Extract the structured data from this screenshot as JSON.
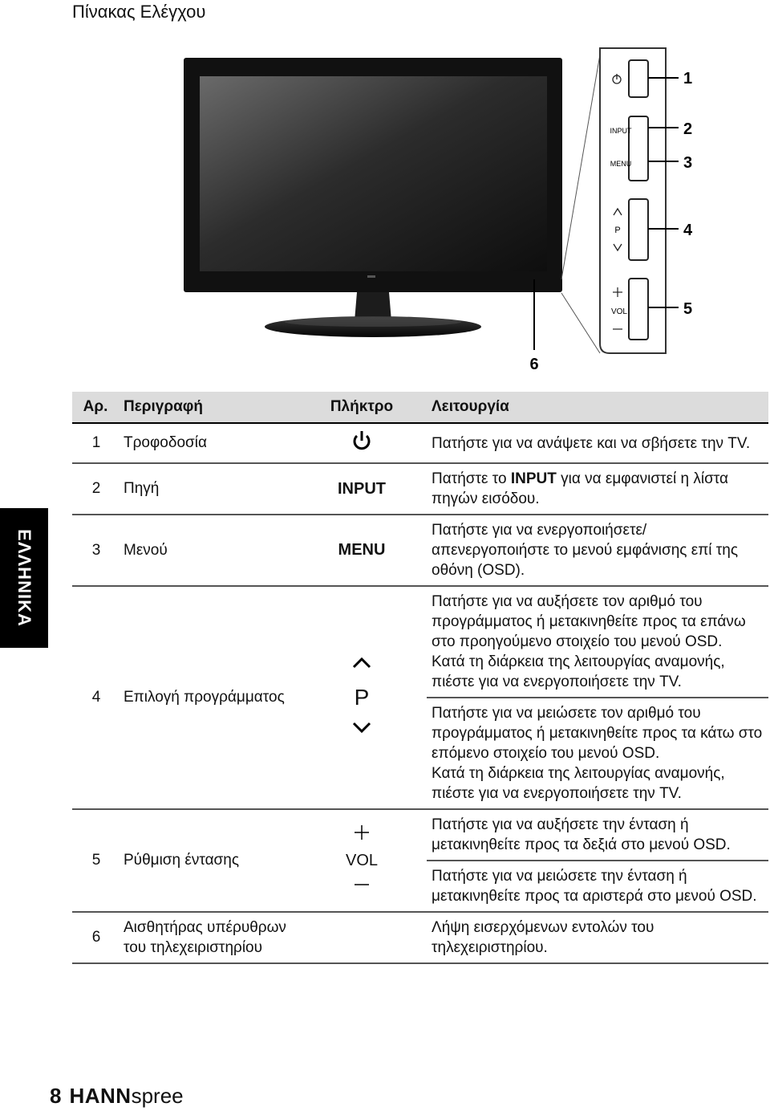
{
  "page_title": "Πίνακας Ελέγχου",
  "side_tab": "ΕΛΛΗΝΙΚΑ",
  "figure": {
    "callouts": [
      "1",
      "2",
      "3",
      "4",
      "5",
      "6"
    ],
    "panel_labels": {
      "input": "INPUT",
      "menu": "MENU",
      "p": "P",
      "vol": "VOL"
    }
  },
  "table": {
    "headers": {
      "num": "Αρ.",
      "desc": "Περιγραφή",
      "key": "Πλήκτρο",
      "func": "Λειτουργία"
    },
    "rows": [
      {
        "num": "1",
        "desc": "Τροφοδοσία",
        "key": "",
        "key_icon": "power-icon",
        "func": "Πατήστε για να ανάψετε και να σβήσετε την TV."
      },
      {
        "num": "2",
        "desc": "Πηγή",
        "key": "INPUT",
        "func_pre": "Πατήστε το ",
        "func_bold": "INPUT",
        "func_post": " για να εμφανιστεί η λίστα πηγών εισόδου."
      },
      {
        "num": "3",
        "desc": "Μενού",
        "key": "MENU",
        "func": "Πατήστε για να ενεργοποιήσετε/απενεργοποιήστε το μενού εμφάνισης επί της οθόνη (OSD)."
      },
      {
        "num": "4",
        "desc": "Επιλογή προγράμματος",
        "key": "P",
        "func_up": "Πατήστε για να αυξήσετε τον αριθμό του προγράμματος ή μετακινηθείτε προς τα επάνω στο προηγούμενο στοιχείο του μενού OSD.",
        "func_up_2": "Κατά τη διάρκεια της λειτουργίας αναμονής, πιέστε για να ενεργοποιήσετε την TV.",
        "func_down": "Πατήστε για να μειώσετε τον αριθμό του προγράμματος ή μετακινηθείτε προς τα κάτω στο επόμενο στοιχείο του μενού OSD.",
        "func_down_2": "Κατά τη διάρκεια της λειτουργίας αναμονής, πιέστε για να ενεργοποιήσετε την TV."
      },
      {
        "num": "5",
        "desc": "Ρύθμιση έντασης",
        "key": "VOL",
        "func_plus": "Πατήστε για να αυξήσετε την ένταση ή μετακινηθείτε προς τα δεξιά στο μενού OSD.",
        "func_minus": "Πατήστε για να μειώσετε την ένταση ή μετακινηθείτε προς τα αριστερά στο μενού OSD."
      },
      {
        "num": "6",
        "desc": "Αισθητήρας υπέρυθρων του τηλεχειριστηρίου",
        "key": "",
        "func": "Λήψη εισερχόμενων εντολών του τηλεχειριστηρίου."
      }
    ]
  },
  "footer": {
    "page_number": "8",
    "brand_bold": "HANN",
    "brand_light": "spree"
  }
}
